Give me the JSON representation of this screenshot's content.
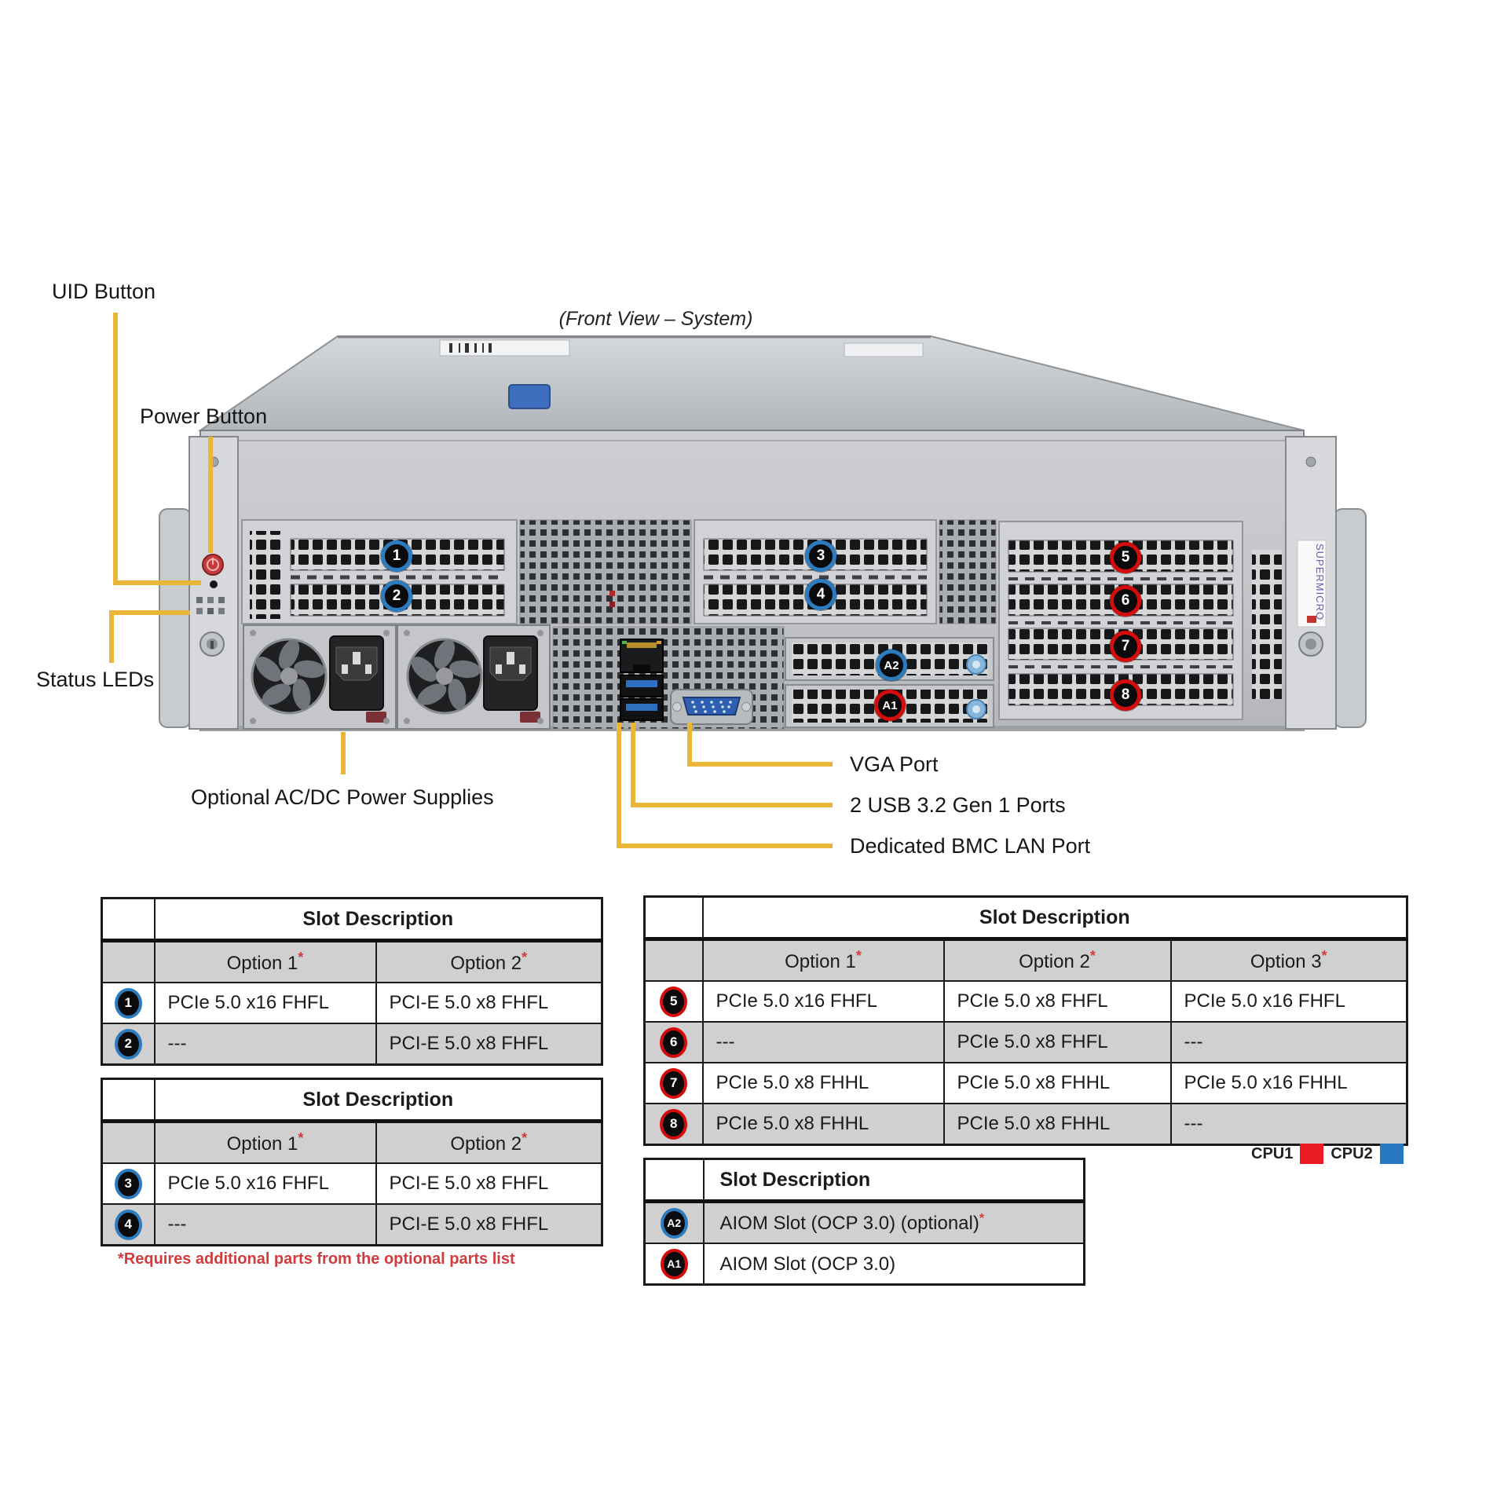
{
  "title": "(Front View – System)",
  "callout_labels": {
    "uid": "UID Button",
    "power": "Power Button",
    "status_leds": "Status LEDs",
    "power_supplies": "Optional AC/DC Power Supplies",
    "vga": "VGA Port",
    "usb": "2 USB 3.2 Gen 1 Ports",
    "bmc_lan": "Dedicated BMC LAN Port"
  },
  "slot_badges": {
    "slot1": "1",
    "slot2": "2",
    "slot3": "3",
    "slot4": "4",
    "slot5": "5",
    "slot6": "6",
    "slot7": "7",
    "slot8": "8",
    "aiom_a2": "A2",
    "aiom_a1": "A1"
  },
  "chassis": {
    "brand_vertical": "SUPERMICRO"
  },
  "tables": {
    "slots_1_2": {
      "header": "Slot Description",
      "columns": [
        {
          "label": "Option 1",
          "star": "*"
        },
        {
          "label": "Option 2",
          "star": "*"
        }
      ],
      "rows": [
        {
          "badge": "1",
          "cells": [
            "PCIe 5.0 x16 FHFL",
            "PCI-E 5.0 x8 FHFL"
          ]
        },
        {
          "badge": "2",
          "cells": [
            "---",
            "PCI-E 5.0 x8 FHFL"
          ]
        }
      ]
    },
    "slots_3_4": {
      "header": "Slot Description",
      "columns": [
        {
          "label": "Option 1",
          "star": "*"
        },
        {
          "label": "Option 2",
          "star": "*"
        }
      ],
      "rows": [
        {
          "badge": "3",
          "cells": [
            "PCIe 5.0 x16 FHFL",
            "PCI-E 5.0 x8 FHFL"
          ]
        },
        {
          "badge": "4",
          "cells": [
            "---",
            "PCI-E 5.0 x8 FHFL"
          ]
        }
      ]
    },
    "slots_5_8": {
      "header": "Slot Description",
      "columns": [
        {
          "label": "Option 1",
          "star": "*"
        },
        {
          "label": "Option 2",
          "star": "*"
        },
        {
          "label": "Option 3",
          "star": "*"
        }
      ],
      "rows": [
        {
          "badge": "5",
          "cells": [
            "PCIe 5.0 x16 FHFL",
            "PCIe 5.0 x8 FHFL",
            "PCIe 5.0 x16 FHFL"
          ]
        },
        {
          "badge": "6",
          "cells": [
            "---",
            "PCIe 5.0 x8 FHFL",
            "---"
          ]
        },
        {
          "badge": "7",
          "cells": [
            "PCIe 5.0 x8 FHHL",
            "PCIe 5.0 x8 FHHL",
            "PCIe 5.0 x16 FHHL"
          ]
        },
        {
          "badge": "8",
          "cells": [
            "PCIe 5.0 x8 FHHL",
            "PCIe 5.0 x8 FHHL",
            "---"
          ]
        }
      ]
    },
    "aiom": {
      "header": "Slot Description",
      "rows": [
        {
          "badge": "A2",
          "text": "AIOM Slot (OCP 3.0) (optional)",
          "star": "*"
        },
        {
          "badge": "A1",
          "text": "AIOM Slot (OCP 3.0)",
          "star": ""
        }
      ]
    }
  },
  "legend": {
    "cpu1_label": "CPU1",
    "cpu1_color": "#ec1c24",
    "cpu2_label": "CPU2",
    "cpu2_color": "#2778be"
  },
  "footnote": "*Requires additional parts from the optional parts list",
  "colors": {
    "callout_line_yellow": "#e9b637",
    "badge_blue": "#2b7bbe",
    "badge_red": "#d40c0c",
    "note_red": "#d23b3e"
  }
}
